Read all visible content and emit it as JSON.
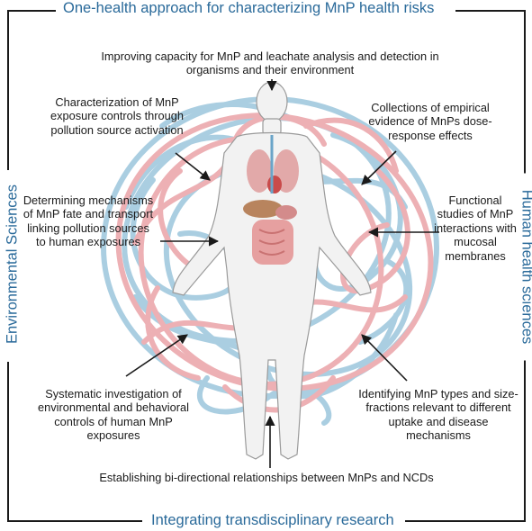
{
  "titles": {
    "top": "One-health approach for characterizing MnP health risks",
    "bottom": "Integrating transdisciplinary research",
    "left": "Environmental Sciences",
    "right": "Human health sciences"
  },
  "labels": {
    "top_center": "Improving capacity for MnP and leachate analysis and detection in organisms and their environment",
    "upper_left": "Characterization of MnP exposure controls through pollution source activation",
    "upper_right": "Collections of empirical evidence of MnPs dose-response effects",
    "mid_left": "Determining mechanisms of MnP fate and transport linking pollution sources to human exposures",
    "mid_right": "Functional studies of MnP interactions with mucosal membranes",
    "lower_left": "Systematic investigation of environmental and behavioral controls of human MnP exposures",
    "lower_right": "Identifying MnP types and size-fractions relevant to different uptake and disease mechanisms",
    "bottom_center": "Establishing bi-directional relationships between MnPs and NCDs"
  },
  "colors": {
    "frame": "#1a1a1a",
    "title_blue": "#2a6a9a",
    "tangle_blue": "#9cc6dc",
    "tangle_pink": "#eaa3a8",
    "body_fill": "#f2f2f2",
    "body_stroke": "#9a9a9a"
  }
}
